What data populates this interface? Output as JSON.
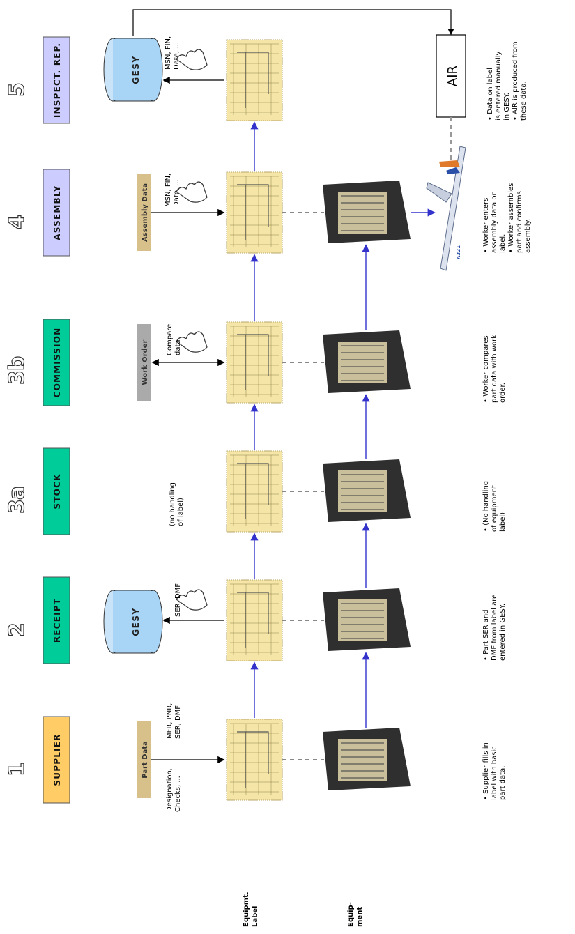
{
  "stages": [
    {
      "number": "1",
      "label": "SUPPLIER",
      "color": "#FFCC66"
    },
    {
      "number": "2",
      "label": "RECEIPT",
      "color": "#00CC99"
    },
    {
      "number": "3a",
      "label": "STOCK",
      "color": "#00CC99"
    },
    {
      "number": "3b",
      "label": "COMMISSION",
      "color": "#00CC99"
    },
    {
      "number": "4",
      "label": "ASSEMBLY",
      "color": "#CCCCFF"
    },
    {
      "number": "5",
      "label": "INSPECT. REP.",
      "color": "#CCCCFF"
    }
  ],
  "databases": {
    "receipt": "GESY",
    "inspect": "GESY"
  },
  "data_sources": {
    "part_data": "Part Data",
    "work_order": "Work Order",
    "assembly_data": "Assembly Data"
  },
  "annotations": {
    "supplier_left": [
      "MFR, PNR,",
      "SER, DMF"
    ],
    "supplier_right": [
      "Designation,",
      "Checks, ..."
    ],
    "receipt": "SER, DMF",
    "stock": [
      "(no handling",
      "of label)"
    ],
    "commission": [
      "Compare",
      "data"
    ],
    "assembly": [
      "MSN, FIN,",
      "Date, ..."
    ],
    "inspect": [
      "MSN, FIN,",
      "Date, ..."
    ]
  },
  "air_label": "AIR",
  "aircraft_label": "A321",
  "row_labels": {
    "label_row": [
      "Equipmt.",
      "Label"
    ],
    "equipment_row": [
      "Equip-",
      "ment"
    ]
  },
  "descriptions": [
    [
      "• Supplier fills in",
      "label with basic",
      "part data."
    ],
    [
      "• Part SER and",
      "DMF from label are",
      "entered in GESY."
    ],
    [
      "• (No handling",
      "of equipment",
      "label)"
    ],
    [
      "• Worker compares",
      "part data with work",
      "order."
    ],
    [
      "• Worker enters",
      "assembly data on",
      "label.",
      "• Worker assembles",
      "part and confirms",
      "assembly."
    ],
    [
      "• Data on label",
      "is entered manually",
      "in GESY.",
      "• AIR is produced from",
      "these data."
    ]
  ],
  "colors": {
    "arrow": "#3333CC",
    "label_paper": "#F5E6A8",
    "database": "#A8D4F5",
    "source_tan": "#D8C08A",
    "source_gray": "#AAAAAA"
  }
}
